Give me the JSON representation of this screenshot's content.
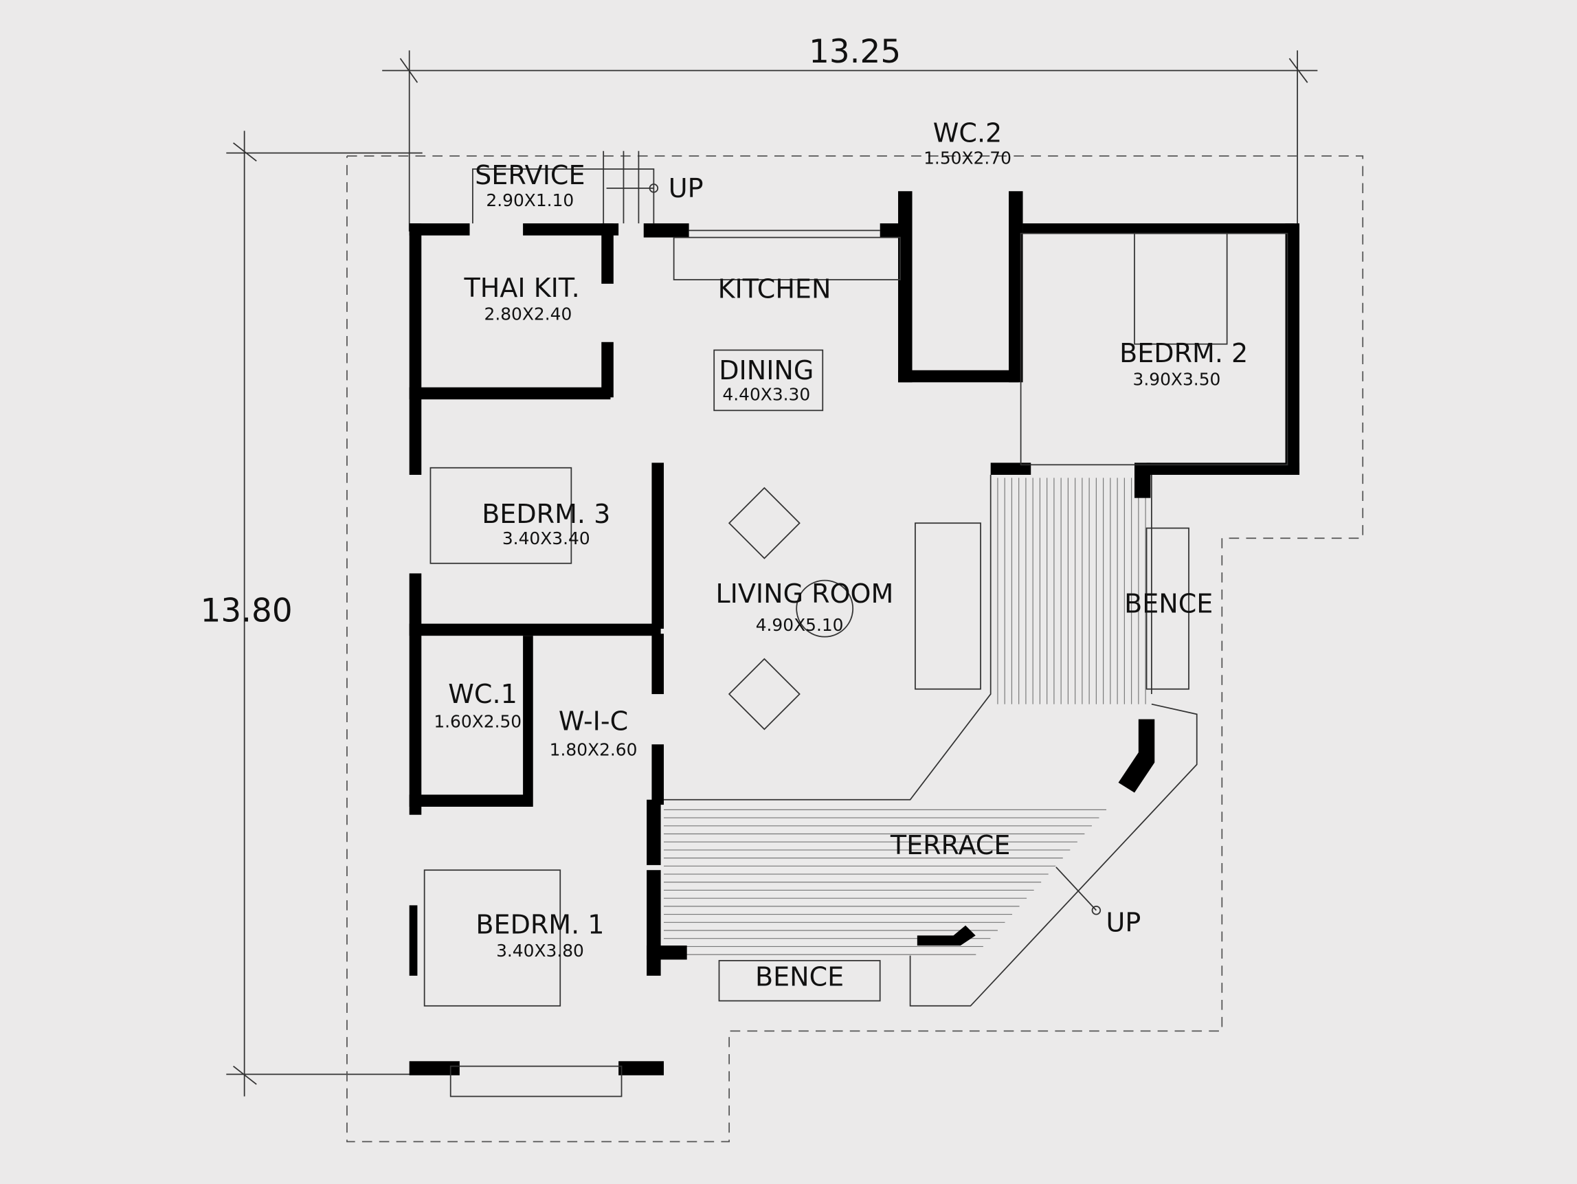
{
  "dimensions": {
    "width_overall": "13.25",
    "depth_overall": "13.80"
  },
  "rooms": [
    {
      "id": "service",
      "name": "SERVICE",
      "size": "2.90X1.10"
    },
    {
      "id": "wc2",
      "name": "WC.2",
      "size": "1.50X2.70"
    },
    {
      "id": "thai-kitchen",
      "name": "THAI KIT.",
      "size": "2.80X2.40"
    },
    {
      "id": "kitchen",
      "name": "KITCHEN"
    },
    {
      "id": "dining",
      "name": "DINING",
      "size": "4.40X3.30"
    },
    {
      "id": "bedroom2",
      "name": "BEDRM. 2",
      "size": "3.90X3.50"
    },
    {
      "id": "bedroom3",
      "name": "BEDRM. 3",
      "size": "3.40X3.40"
    },
    {
      "id": "living",
      "name": "LIVING ROOM",
      "size": "4.90X5.10"
    },
    {
      "id": "bench-east",
      "name": "BENCE"
    },
    {
      "id": "wc1",
      "name": "WC.1",
      "size": "1.60X2.50"
    },
    {
      "id": "wic",
      "name": "W-I-C",
      "size": "1.80X2.60"
    },
    {
      "id": "terrace",
      "name": "TERRACE"
    },
    {
      "id": "bedroom1",
      "name": "BEDRM. 1",
      "size": "3.40X3.80"
    },
    {
      "id": "bench-south",
      "name": "BENCE"
    }
  ],
  "stairs": {
    "service_up": "UP",
    "terrace_up": "UP"
  }
}
